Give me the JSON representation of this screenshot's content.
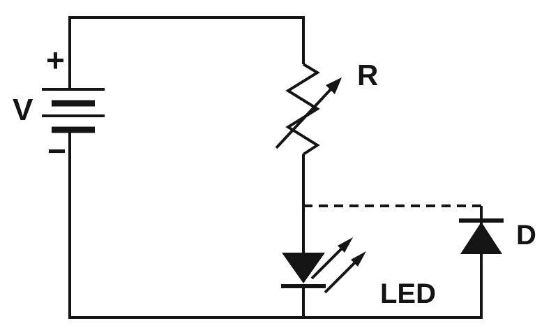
{
  "diagram": {
    "type": "circuit-schematic",
    "colors": {
      "stroke": "#141414",
      "background": "#ffffff"
    },
    "labels": {
      "source": "V",
      "plus": "+",
      "minus": "−",
      "resistor": "R",
      "diode": "D",
      "led": "LED"
    },
    "components": [
      {
        "name": "battery",
        "label": "V",
        "terminals": [
          "+",
          "−"
        ]
      },
      {
        "name": "variable-resistor",
        "label": "R"
      },
      {
        "name": "led",
        "label": "LED"
      },
      {
        "name": "diode",
        "label": "D"
      }
    ],
    "connections": [
      "battery top to variable-resistor via top wire",
      "variable-resistor to led (series)",
      "dashed tap from resistor-led node to diode branch",
      "diode branch to bottom return wire",
      "led to bottom return wire to battery bottom"
    ]
  }
}
